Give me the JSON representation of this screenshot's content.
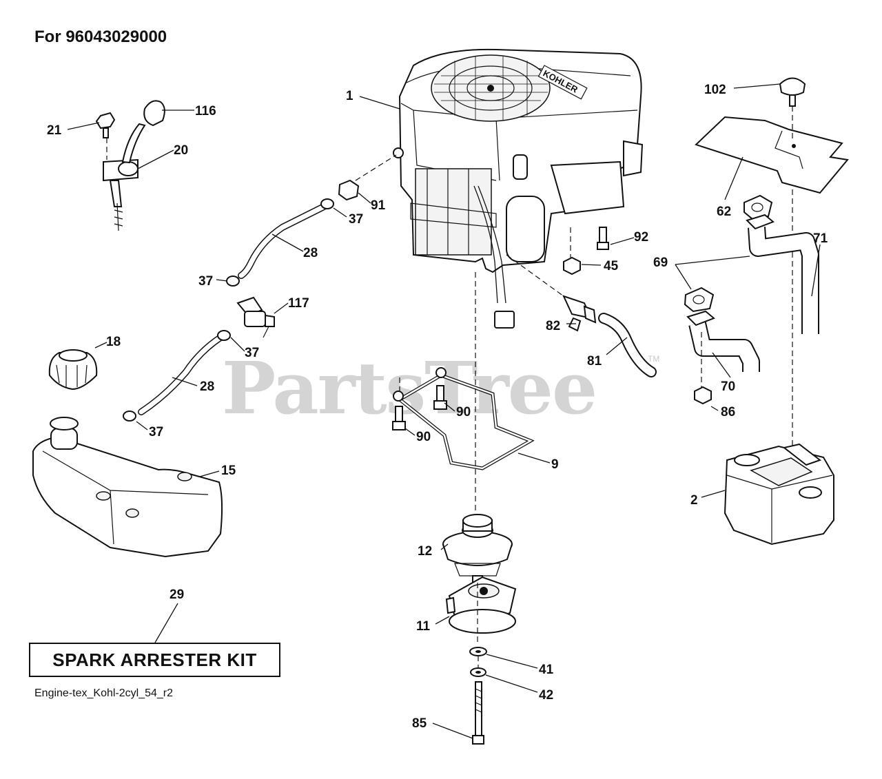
{
  "header": {
    "title": "For 96043029000"
  },
  "footer": {
    "caption": "Engine-tex_Kohl-2cyl_54_r2"
  },
  "kit_box": {
    "label": "SPARK ARRESTER KIT"
  },
  "watermark": {
    "text": "PartsTree",
    "tm": "TM"
  },
  "engine_brand": "KOHLER",
  "callouts": {
    "c1": "1",
    "c2": "2",
    "c9": "9",
    "c11": "11",
    "c12": "12",
    "c15": "15",
    "c18": "18",
    "c20": "20",
    "c21": "21",
    "c28a": "28",
    "c28b": "28",
    "c29": "29",
    "c37a": "37",
    "c37b": "37",
    "c37c": "37",
    "c37d": "37",
    "c41": "41",
    "c42": "42",
    "c45": "45",
    "c62": "62",
    "c69": "69",
    "c70": "70",
    "c71": "71",
    "c81": "81",
    "c82": "82",
    "c85": "85",
    "c86": "86",
    "c90a": "90",
    "c90b": "90",
    "c91": "91",
    "c92": "92",
    "c102": "102",
    "c116": "116",
    "c117": "117"
  },
  "colors": {
    "ink": "#111111",
    "watermark": "#d4d4d4",
    "background": "#ffffff"
  }
}
